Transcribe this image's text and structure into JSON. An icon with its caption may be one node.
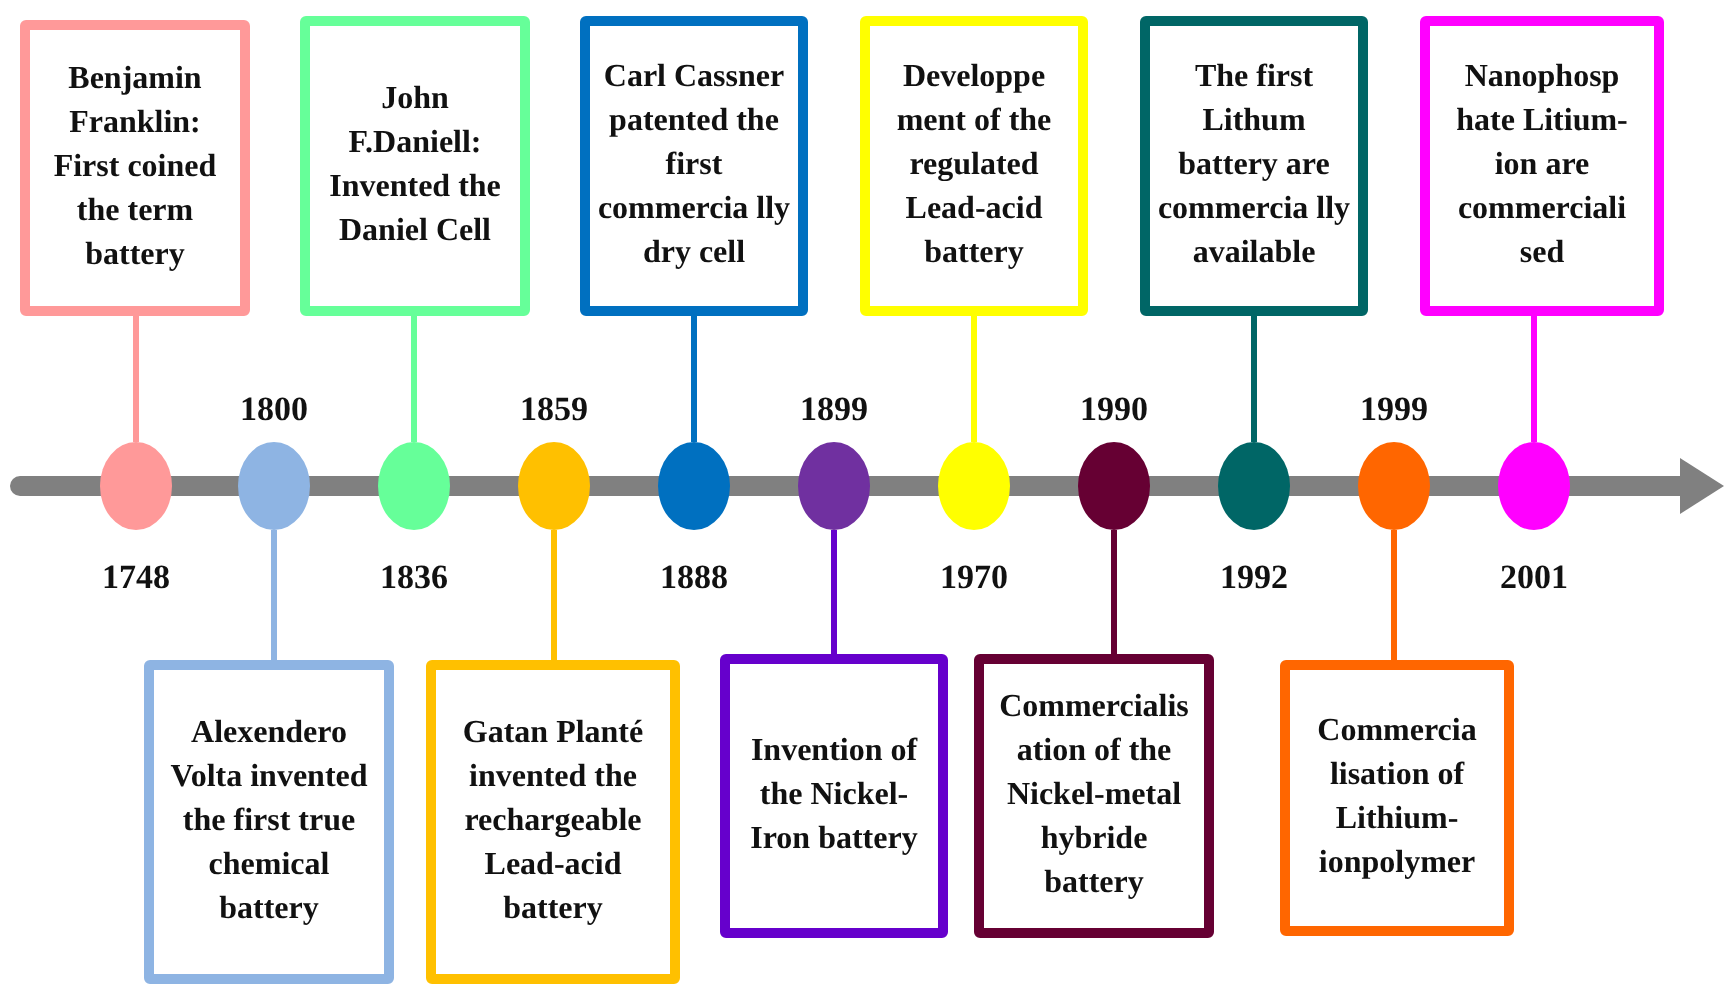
{
  "diagram": {
    "nodes": [
      {
        "text": [
          "Benjamin Franklin: First coined the term battery"
        ]
      },
      {
        "text": [
          "John F.Daniell: Invented the Daniel Cell"
        ]
      },
      {
        "text": [
          "Carl Cassner patented the first commercia lly dry cell"
        ]
      },
      {
        "text": [
          "Developpe ment of the regulated Lead-acid battery"
        ]
      },
      {
        "text": [
          "The first Lithum battery are commercia lly available"
        ]
      },
      {
        "text": [
          "Nanophosp hate Litium-ion are commerciali sed"
        ]
      },
      {
        "text": [],
        "shape": "circle",
        "beside": [
          "1748"
        ]
      },
      {
        "text": [],
        "shape": "circle",
        "beside": [
          "1800"
        ]
      },
      {
        "text": [],
        "shape": "circle",
        "beside": [
          "1836"
        ]
      },
      {
        "text": [],
        "shape": "circle",
        "beside": [
          "1859"
        ]
      },
      {
        "text": [],
        "shape": "circle",
        "beside": [
          "1888"
        ]
      },
      {
        "text": [],
        "shape": "circle",
        "beside": [
          "1899"
        ]
      },
      {
        "text": [],
        "shape": "circle",
        "beside": [
          "1970"
        ]
      },
      {
        "text": [],
        "shape": "circle",
        "beside": [
          "1990"
        ]
      },
      {
        "text": [],
        "shape": "circle",
        "beside": [
          "1992"
        ]
      },
      {
        "text": [],
        "shape": "circle",
        "beside": [
          "1999"
        ]
      },
      {
        "text": [],
        "shape": "circle",
        "beside": [
          "2001"
        ]
      },
      {
        "text": [
          "Alexendero Volta invented the first true chemical battery"
        ]
      },
      {
        "text": [
          "Gatan Planté invented the rechargeable Lead-acid battery"
        ]
      },
      {
        "text": [
          "Invention of the Nickel-Iron battery"
        ]
      },
      {
        "text": [
          "Commercialis ation of the Nickel-metal hybride battery"
        ]
      },
      {
        "text": [
          "Commercia lisation of Lithium-ionpolymer"
        ]
      }
    ],
    "edges": [
      {
        "from": 6,
        "to": 0,
        "arrow": "none",
        "color": "#ff9999"
      },
      {
        "from": 7,
        "to": 17,
        "arrow": "none",
        "color": "#8eb4e3"
      },
      {
        "from": 8,
        "to": 1,
        "arrow": "none",
        "color": "#66ff99"
      },
      {
        "from": 9,
        "to": 18,
        "arrow": "none",
        "color": "#ffc000"
      },
      {
        "from": 10,
        "to": 2,
        "arrow": "none",
        "color": "#0070c0"
      },
      {
        "from": 11,
        "to": 19,
        "arrow": "none",
        "color": "#6600cc"
      },
      {
        "from": 12,
        "to": 3,
        "arrow": "none",
        "color": "#ffff00"
      },
      {
        "from": 13,
        "to": 20,
        "arrow": "none",
        "color": "#660033"
      },
      {
        "from": 14,
        "to": 4,
        "arrow": "none",
        "color": "#006666"
      },
      {
        "from": 15,
        "to": 21,
        "arrow": "none",
        "color": "#ff6600"
      },
      {
        "from": 16,
        "to": 5,
        "arrow": "none",
        "color": "#ff00ff"
      }
    ]
  }
}
